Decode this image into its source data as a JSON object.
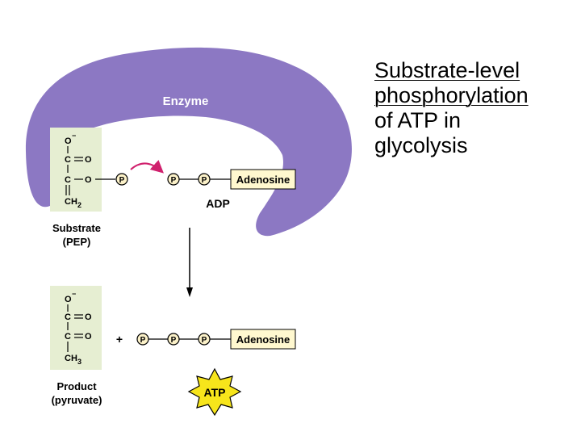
{
  "caption": {
    "lines": [
      "Substrate-level",
      "phosphorylation",
      "of ATP in",
      "glycolysis"
    ]
  },
  "enzyme": {
    "label": "Enzyme",
    "color": "#8c78c3"
  },
  "phosphate_symbol": "P",
  "adenosine_label": "Adenosine",
  "adp_label": "ADP",
  "atp_label": "ATP",
  "plus_sign": "+",
  "substrate": {
    "name": "Substrate",
    "abbrev": "(PEP)",
    "atoms": {
      "o_minus": "O",
      "minus": "−",
      "c1": "C",
      "o1": "O",
      "c2": "C",
      "o2": "O",
      "ch": "CH",
      "sub": "2"
    }
  },
  "product": {
    "name": "Product",
    "abbrev": "(pyruvate)",
    "atoms": {
      "o_minus": "O",
      "minus": "−",
      "c1": "C",
      "o1": "O",
      "c2": "C",
      "o2": "O",
      "ch": "CH",
      "sub": "3"
    }
  },
  "colors": {
    "molecule_box": "#e6eed2",
    "adenosine_box": "#fff8cf",
    "phosphate_fill": "#fbf1c8",
    "transfer_arrow": "#d0206d",
    "atp_burst": "#f7e51b"
  }
}
